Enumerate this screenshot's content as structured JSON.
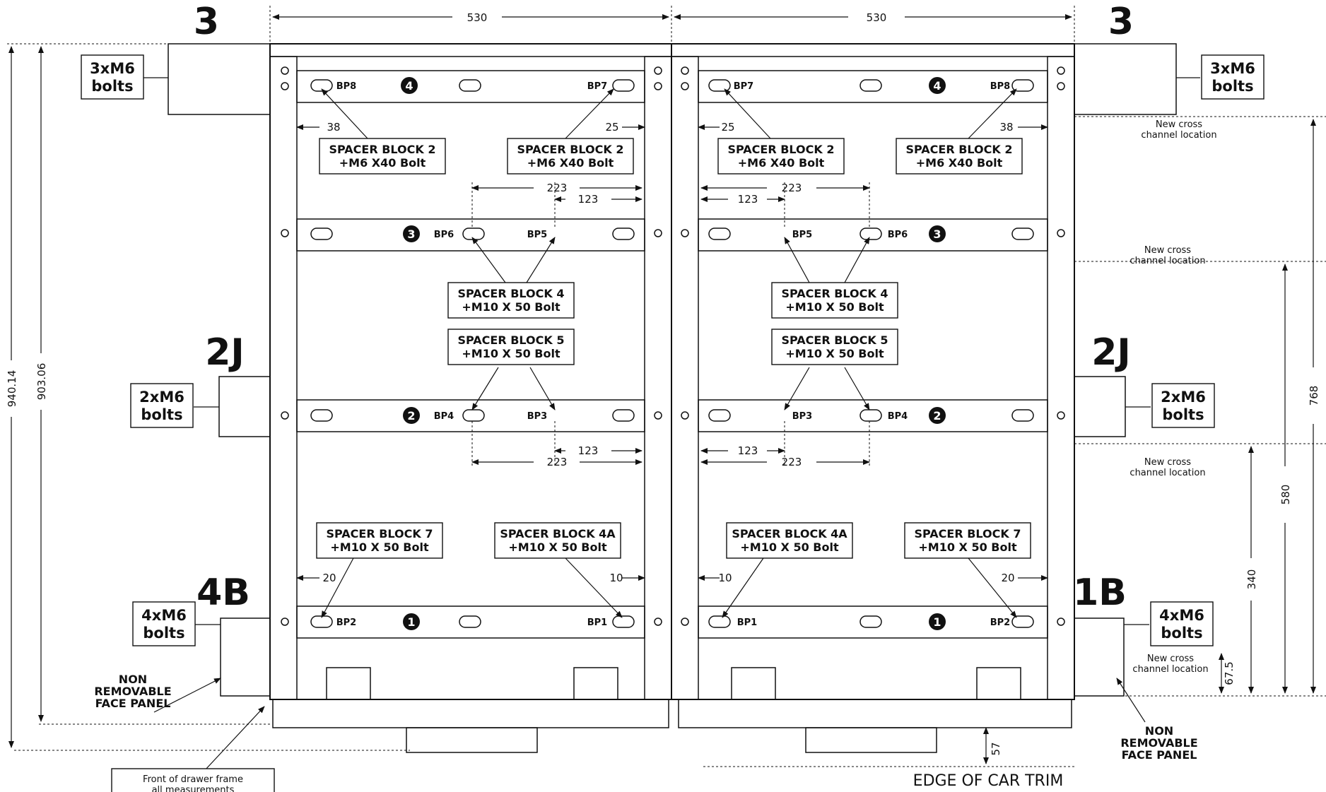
{
  "dimensions": {
    "left_width": "530",
    "right_width": "530",
    "overall_height": "940.14",
    "frame_height": "903.06",
    "right_768": "768",
    "right_580": "580",
    "right_340": "340",
    "right_67_5": "67.5",
    "trim_gap": "57",
    "offset_38": "38",
    "offset_25": "25",
    "offset_20": "20",
    "offset_10": "10",
    "span_223": "223",
    "span_123": "123"
  },
  "brackets": {
    "top": "3",
    "middle": "2J",
    "bottom_left": "4B",
    "bottom_right": "1B"
  },
  "bolt_boxes": {
    "three": [
      "3xM6",
      "bolts"
    ],
    "two": [
      "2xM6",
      "bolts"
    ],
    "four": [
      "4xM6",
      "bolts"
    ]
  },
  "rails": [
    "1",
    "2",
    "3",
    "4"
  ],
  "bolt_points": [
    "BP1",
    "BP2",
    "BP3",
    "BP4",
    "BP5",
    "BP6",
    "BP7",
    "BP8"
  ],
  "spacers": {
    "sb2": [
      "SPACER BLOCK 2",
      "+M6 X40 Bolt"
    ],
    "sb4": [
      "SPACER BLOCK 4",
      "+M10 X 50 Bolt"
    ],
    "sb5": [
      "SPACER BLOCK 5",
      "+M10 X 50 Bolt"
    ],
    "sb7": [
      "SPACER BLOCK 7",
      "+M10 X 50 Bolt"
    ],
    "sb4a": [
      "SPACER BLOCK 4A",
      "+M10 X 50 Bolt"
    ]
  },
  "notes": {
    "cross_channel": [
      "New cross",
      "channel location"
    ],
    "face_panel": [
      "NON",
      "REMOVABLE",
      "FACE PANEL"
    ],
    "front_frame": [
      "Front of drawer frame",
      "all measurements"
    ],
    "edge_trim": "EDGE OF CAR TRIM"
  },
  "colors": {
    "line": "#111111",
    "fill": "#ffffff",
    "marker": "#111111"
  }
}
